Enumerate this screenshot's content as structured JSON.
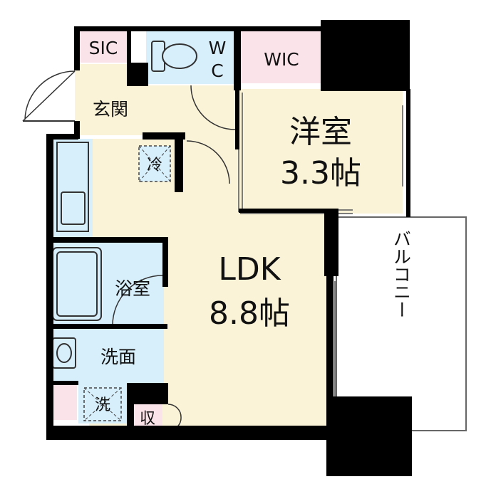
{
  "colors": {
    "wall": "#000000",
    "ldk_floor": "#fbf3d8",
    "wet_area": "#d7eefb",
    "closet": "#fbe3ea",
    "entrance": "#fbf3d8",
    "balcony": "#ffffff",
    "line": "#444444"
  },
  "rooms": {
    "ldk_name": "LDK",
    "ldk_size": "8.8帖",
    "western_name": "洋室",
    "western_size": "3.3帖",
    "bath": "浴室",
    "washroom": "洗面",
    "entrance": "玄関",
    "sic": "SIC",
    "wic": "WIC",
    "wc_w": "W",
    "wc_c": "C",
    "balcony": "バルコニー",
    "fridge": "冷",
    "laundry": "洗",
    "storage": "収"
  },
  "icons": {
    "toilet": "toilet-icon",
    "bathtub": "bathtub-icon",
    "sink": "sink-icon",
    "kitchen": "kitchen-counter-icon"
  }
}
